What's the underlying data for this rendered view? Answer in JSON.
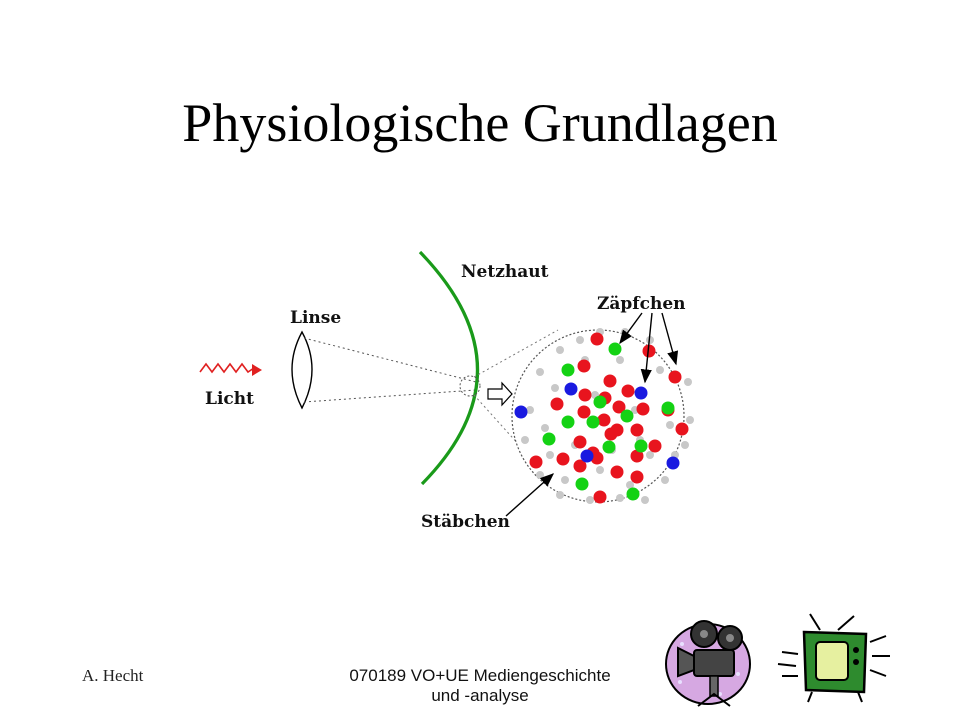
{
  "slide": {
    "title": "Physiologische Grundlagen",
    "footer_author": "A. Hecht",
    "footer_course_line1": "070189 VO+UE Mediengeschichte",
    "footer_course_line2": "und -analyse"
  },
  "diagram": {
    "labels": {
      "retina": "Netzhaut",
      "lens": "Linse",
      "light": "Licht",
      "cones": "Zäpfchen",
      "rods": "Stäbchen"
    },
    "colors": {
      "retina": "#1a9a1a",
      "cone_red": "#e8141e",
      "cone_green": "#14d214",
      "cone_blue": "#1a1ae0",
      "rod": "#c8c8c8",
      "light": "#e02020"
    }
  },
  "icons": {
    "left": "film-camera-icon",
    "right": "television-icon"
  }
}
